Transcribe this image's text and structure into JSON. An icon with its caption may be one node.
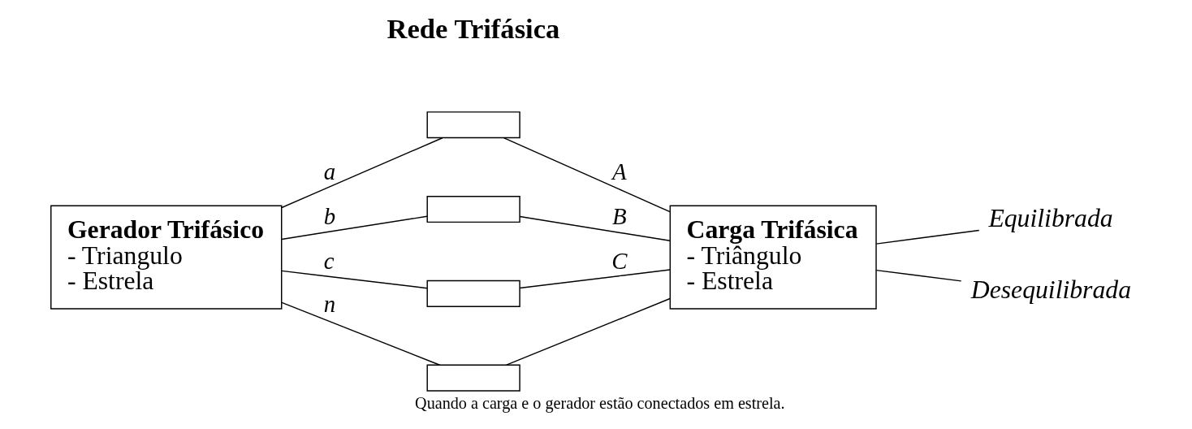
{
  "diagram": {
    "caption": "Quando a carga e o gerador estão conectados em estrela.",
    "nodes": [
      {
        "text": [
          "Gerador Trifásico",
          "- Triangulo",
          "- Estrela"
        ]
      },
      {
        "text": [
          "Carga Trifásica",
          "- Triângulo",
          "- Estrela"
        ]
      },
      {
        "text": [],
        "shape": "box"
      },
      {
        "text": [],
        "shape": "box"
      },
      {
        "text": [],
        "shape": "box"
      },
      {
        "text": [],
        "shape": "box"
      },
      {
        "text": [
          "Equilibrada"
        ]
      },
      {
        "text": [
          "Desequilibrada"
        ]
      }
    ],
    "edges": [
      {
        "from": 0,
        "to": 2,
        "arrow": "none",
        "label": "a"
      },
      {
        "from": 2,
        "to": 1,
        "arrow": "none",
        "label": "A"
      },
      {
        "from": 0,
        "to": 3,
        "arrow": "none",
        "label": "b"
      },
      {
        "from": 3,
        "to": 1,
        "arrow": "none",
        "label": "B"
      },
      {
        "from": 0,
        "to": 4,
        "arrow": "none",
        "label": "c"
      },
      {
        "from": 4,
        "to": 1,
        "arrow": "none",
        "label": "C"
      },
      {
        "from": 0,
        "to": 5,
        "arrow": "none",
        "label": "n"
      },
      {
        "from": 5,
        "to": 1,
        "arrow": "none"
      },
      {
        "from": 1,
        "to": 6,
        "arrow": "none"
      },
      {
        "from": 1,
        "to": 7,
        "arrow": "none"
      }
    ],
    "labels": [
      "Rede Trifásica"
    ]
  }
}
